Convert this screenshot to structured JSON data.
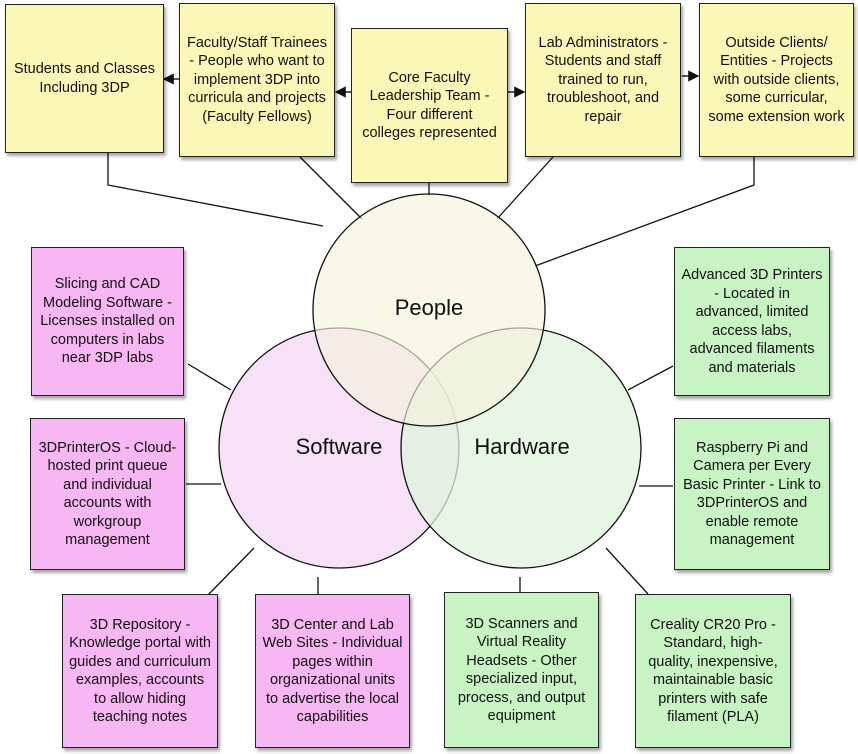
{
  "circles": {
    "people": "People",
    "software": "Software",
    "hardware": "Hardware"
  },
  "people_boxes": {
    "students": "Students and Classes Including 3DP",
    "trainees": "Faculty/Staff Trainees - People who want to implement 3DP into curricula and projects (Faculty Fellows)",
    "core_team": "Core Faculty Leadership Team - Four different colleges represented",
    "lab_admins": "Lab Administrators - Students and staff trained to run, troubleshoot, and repair",
    "outside_clients": "Outside Clients/ Entities - Projects with outside clients, some curricular, some extension work"
  },
  "software_boxes": {
    "slicing": "Slicing and CAD Modeling Software - Licenses installed on computers in labs near 3DP labs",
    "printeros": "3DPrinterOS - Cloud-hosted print queue and individual accounts with workgroup management",
    "repository": "3D Repository - Knowledge portal with guides and curriculum examples, accounts to allow hiding teaching notes",
    "websites": "3D Center and Lab Web Sites - Individual pages within organizational units to advertise the local capabilities"
  },
  "hardware_boxes": {
    "advanced": "Advanced 3D Printers - Located in advanced, limited access labs, advanced filaments and materials",
    "raspberry": "Raspberry Pi and Camera per Every Basic Printer - Link to 3DPrinterOS and enable remote management",
    "scanners": "3D Scanners and Virtual Reality Headsets - Other specialized input, process, and output equipment",
    "creality": "Creality CR20 Pro - Standard, high-quality, inexpensive, maintainable basic printers with safe filament (PLA)"
  },
  "colors": {
    "people_circle": "#f4f3dc",
    "software_circle": "#f6dcf4",
    "hardware_circle": "#e0f3de",
    "yellow_box": "#fbf7b6",
    "pink_box": "#f7b7f2",
    "green_box": "#c8f4c4"
  }
}
